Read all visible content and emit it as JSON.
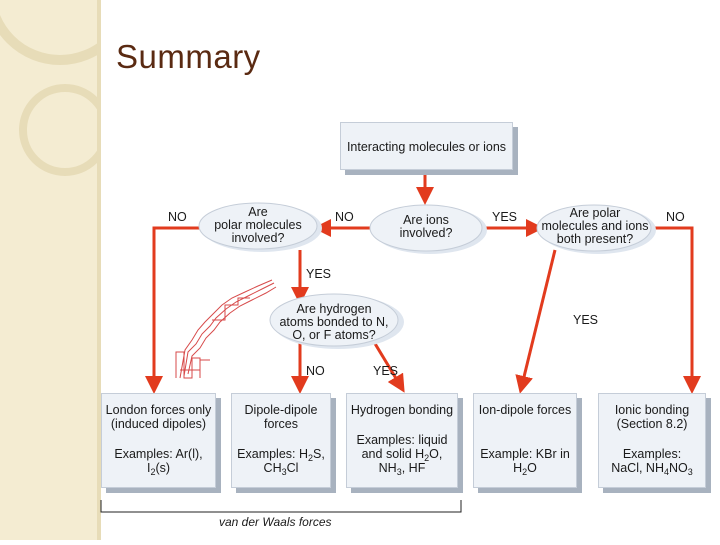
{
  "slide": {
    "title": "Summary"
  },
  "flow": {
    "start": "Interacting molecules or ions",
    "q_ions": [
      "Are ions",
      "involved?"
    ],
    "q_polar": [
      "Are",
      "polar molecules",
      "involved?"
    ],
    "q_both": [
      "Are polar",
      "molecules and ions",
      "both present?"
    ],
    "q_hydrogen": [
      "Are hydrogen",
      "atoms bonded to N,",
      "O, or F atoms?"
    ],
    "labels": {
      "yes": "YES",
      "no": "NO"
    },
    "outcomes": {
      "london": {
        "title": [
          "London forces only",
          "(induced dipoles)"
        ],
        "examples": "Examples: Ar(l),",
        "ex2_a": "I",
        "ex2_sub": "2",
        "ex2_b": "(s)"
      },
      "dipole": {
        "title": [
          "Dipole-dipole",
          "forces"
        ],
        "ex1_a": "Examples: H",
        "ex1_sub": "2",
        "ex1_b": "S,",
        "ex2_a": "CH",
        "ex2_sub": "3",
        "ex2_b": "Cl"
      },
      "hbond": {
        "title": [
          "Hydrogen bonding"
        ],
        "ex_lines": [
          "Examples: liquid"
        ],
        "ex2_a": "and solid H",
        "ex2_sub": "2",
        "ex2_b": "O,",
        "ex3_a": "NH",
        "ex3_sub": "3",
        "ex3_b": ", HF"
      },
      "iondipole": {
        "title": [
          "Ion-dipole forces"
        ],
        "examples": "Example: KBr in",
        "ex2_a": "H",
        "ex2_sub": "2",
        "ex2_b": "O"
      },
      "ionic": {
        "title": [
          "Ionic bonding",
          "(Section 8.2)"
        ],
        "examples": "Examples:",
        "ex2_a": "NaCl, NH",
        "ex2_sub": "4",
        "ex2_b": "NO",
        "ex2_sub2": "3"
      }
    },
    "vdw_label": "van der Waals forces"
  },
  "colors": {
    "arrow": "#e23b1e",
    "title": "#5a2a12",
    "box": "#eef2f7"
  }
}
